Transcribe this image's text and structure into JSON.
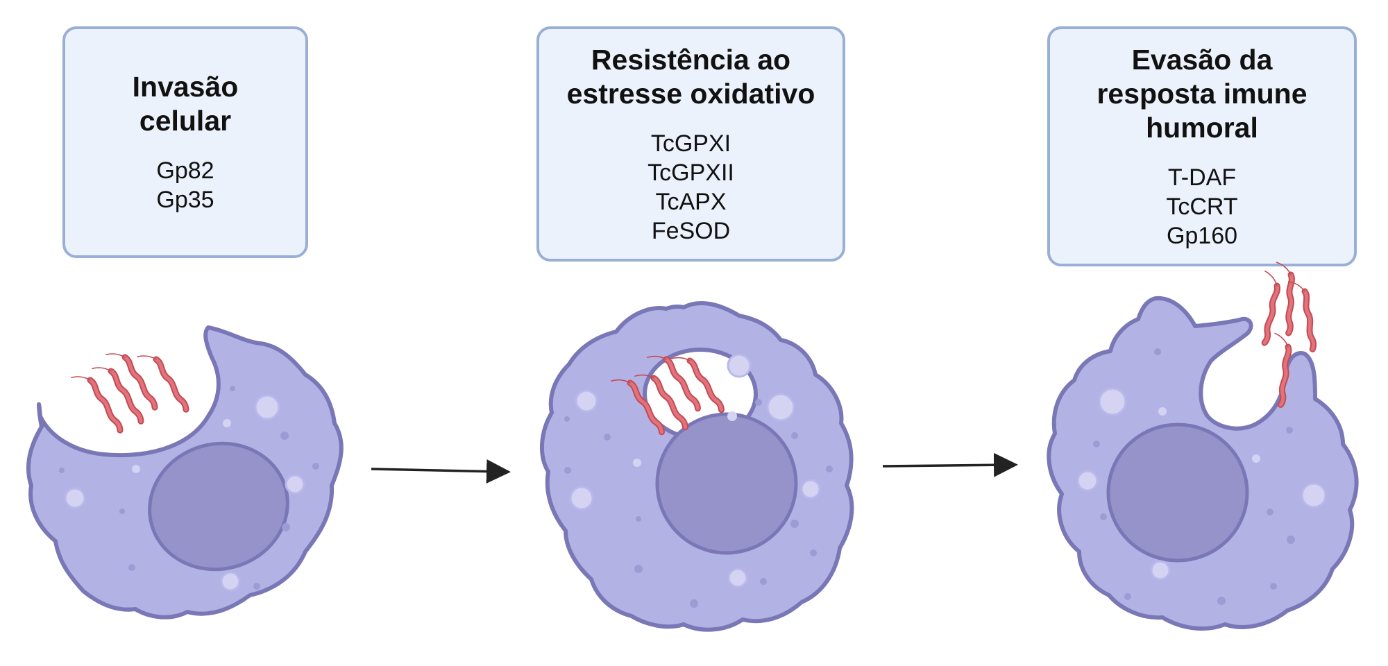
{
  "panels": [
    {
      "title_lines": [
        "Invasão",
        "celular"
      ],
      "items": [
        "Gp82",
        "Gp35"
      ]
    },
    {
      "title_lines": [
        "Resistência ao",
        "estresse oxidativo"
      ],
      "items": [
        "TcGPXI",
        "TcGPXII",
        "TcAPX",
        "FeSOD"
      ]
    },
    {
      "title_lines": [
        "Evasão da",
        "resposta imune",
        "humoral"
      ],
      "items": [
        "T-DAF",
        "TcCRT",
        "Gp160"
      ]
    }
  ],
  "colors": {
    "box_fill": "#ecf2fb",
    "box_border": "#9aafd6",
    "cell_fill": "#b3b2e4",
    "cell_outline": "#7a77b7",
    "nucleus_fill": "#9593c9",
    "vesicle_fill": "#d4d3f2",
    "parasite": "#d9606a",
    "arrow": "#222222"
  },
  "icons": [
    "macrophage-cell-icon",
    "trypanosome-parasite-icon",
    "arrow-right-icon"
  ]
}
